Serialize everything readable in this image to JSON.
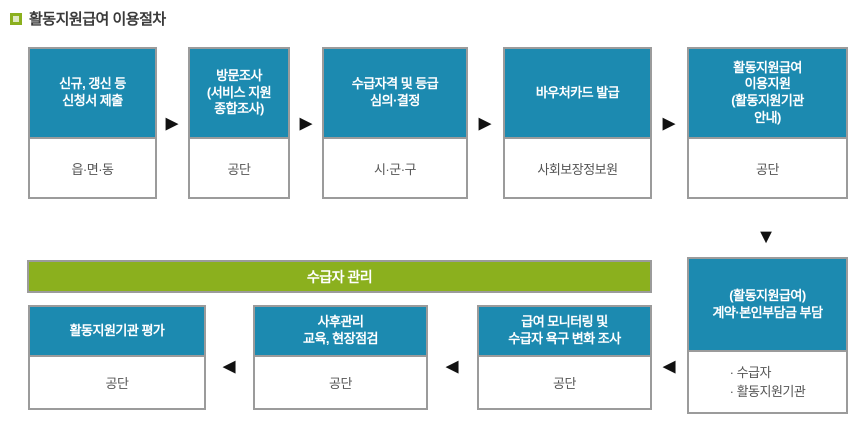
{
  "title": "활동지원급여 이용절차",
  "colors": {
    "teal": "#1C8AB0",
    "green": "#8BB01E",
    "border": "#9B9B9B"
  },
  "row1": {
    "boxes": [
      {
        "stage": "신규, 갱신 등\n신청서 제출",
        "agency": "읍·면·동"
      },
      {
        "stage": "방문조사\n(서비스 지원\n종합조사)",
        "agency": "공단"
      },
      {
        "stage": "수급자격 및 등급\n심의·결정",
        "agency": "시·군·구"
      },
      {
        "stage": "바우처카드 발급",
        "agency": "사회보장정보원"
      },
      {
        "stage": "활동지원급여\n이용지원\n(활동지원기관\n안내)",
        "agency": "공단"
      }
    ]
  },
  "banner": {
    "label": "수급자 관리"
  },
  "contract_box": {
    "stage": "(활동지원급여)\n계약·본인부담금 부담",
    "parties": "· 수급자\n· 활동지원기관"
  },
  "row2": {
    "boxes": [
      {
        "stage": "활동지원기관 평가",
        "agency": "공단"
      },
      {
        "stage": "사후관리\n교육, 현장점검",
        "agency": "공단"
      },
      {
        "stage": "급여 모니터링 및\n수급자 욕구 변화 조사",
        "agency": "공단"
      }
    ]
  },
  "arrows": {
    "right": "▶",
    "left": "◀",
    "down": "▼"
  }
}
